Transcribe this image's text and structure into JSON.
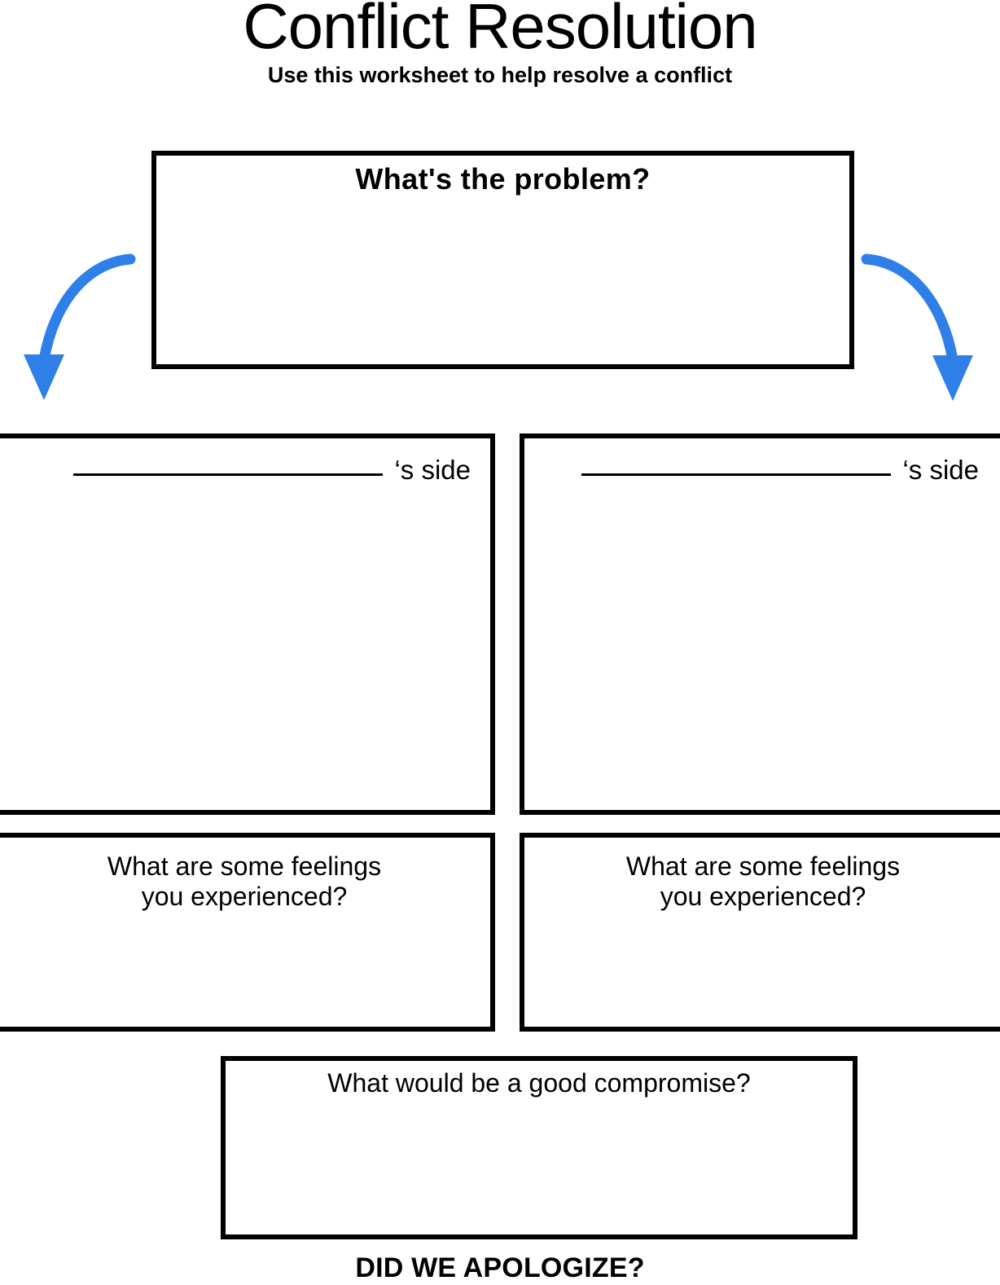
{
  "header": {
    "title": "Conflict Resolution",
    "subtitle": "Use this worksheet to help resolve a conflict"
  },
  "problem": {
    "label": "What's the problem?",
    "answer": ""
  },
  "sides": [
    {
      "name_value": "",
      "suffix": "‘s side",
      "answer": "",
      "feelings_label": "What are some feelings\nyou experienced?",
      "feelings_answer": ""
    },
    {
      "name_value": "",
      "suffix": "‘s side",
      "answer": "",
      "feelings_label": "What are some feelings\nyou experienced?",
      "feelings_answer": ""
    }
  ],
  "compromise": {
    "label": "What would be a good compromise?",
    "answer": ""
  },
  "apologize": {
    "label": "DID WE APOLOGIZE?"
  },
  "icons": {
    "arrow_left": "curved-arrow-down-left-icon",
    "arrow_right": "curved-arrow-down-right-icon"
  },
  "colors": {
    "arrow_blue": "#2f7fe8",
    "border_black": "#000000",
    "page_background": "#ffffff"
  }
}
